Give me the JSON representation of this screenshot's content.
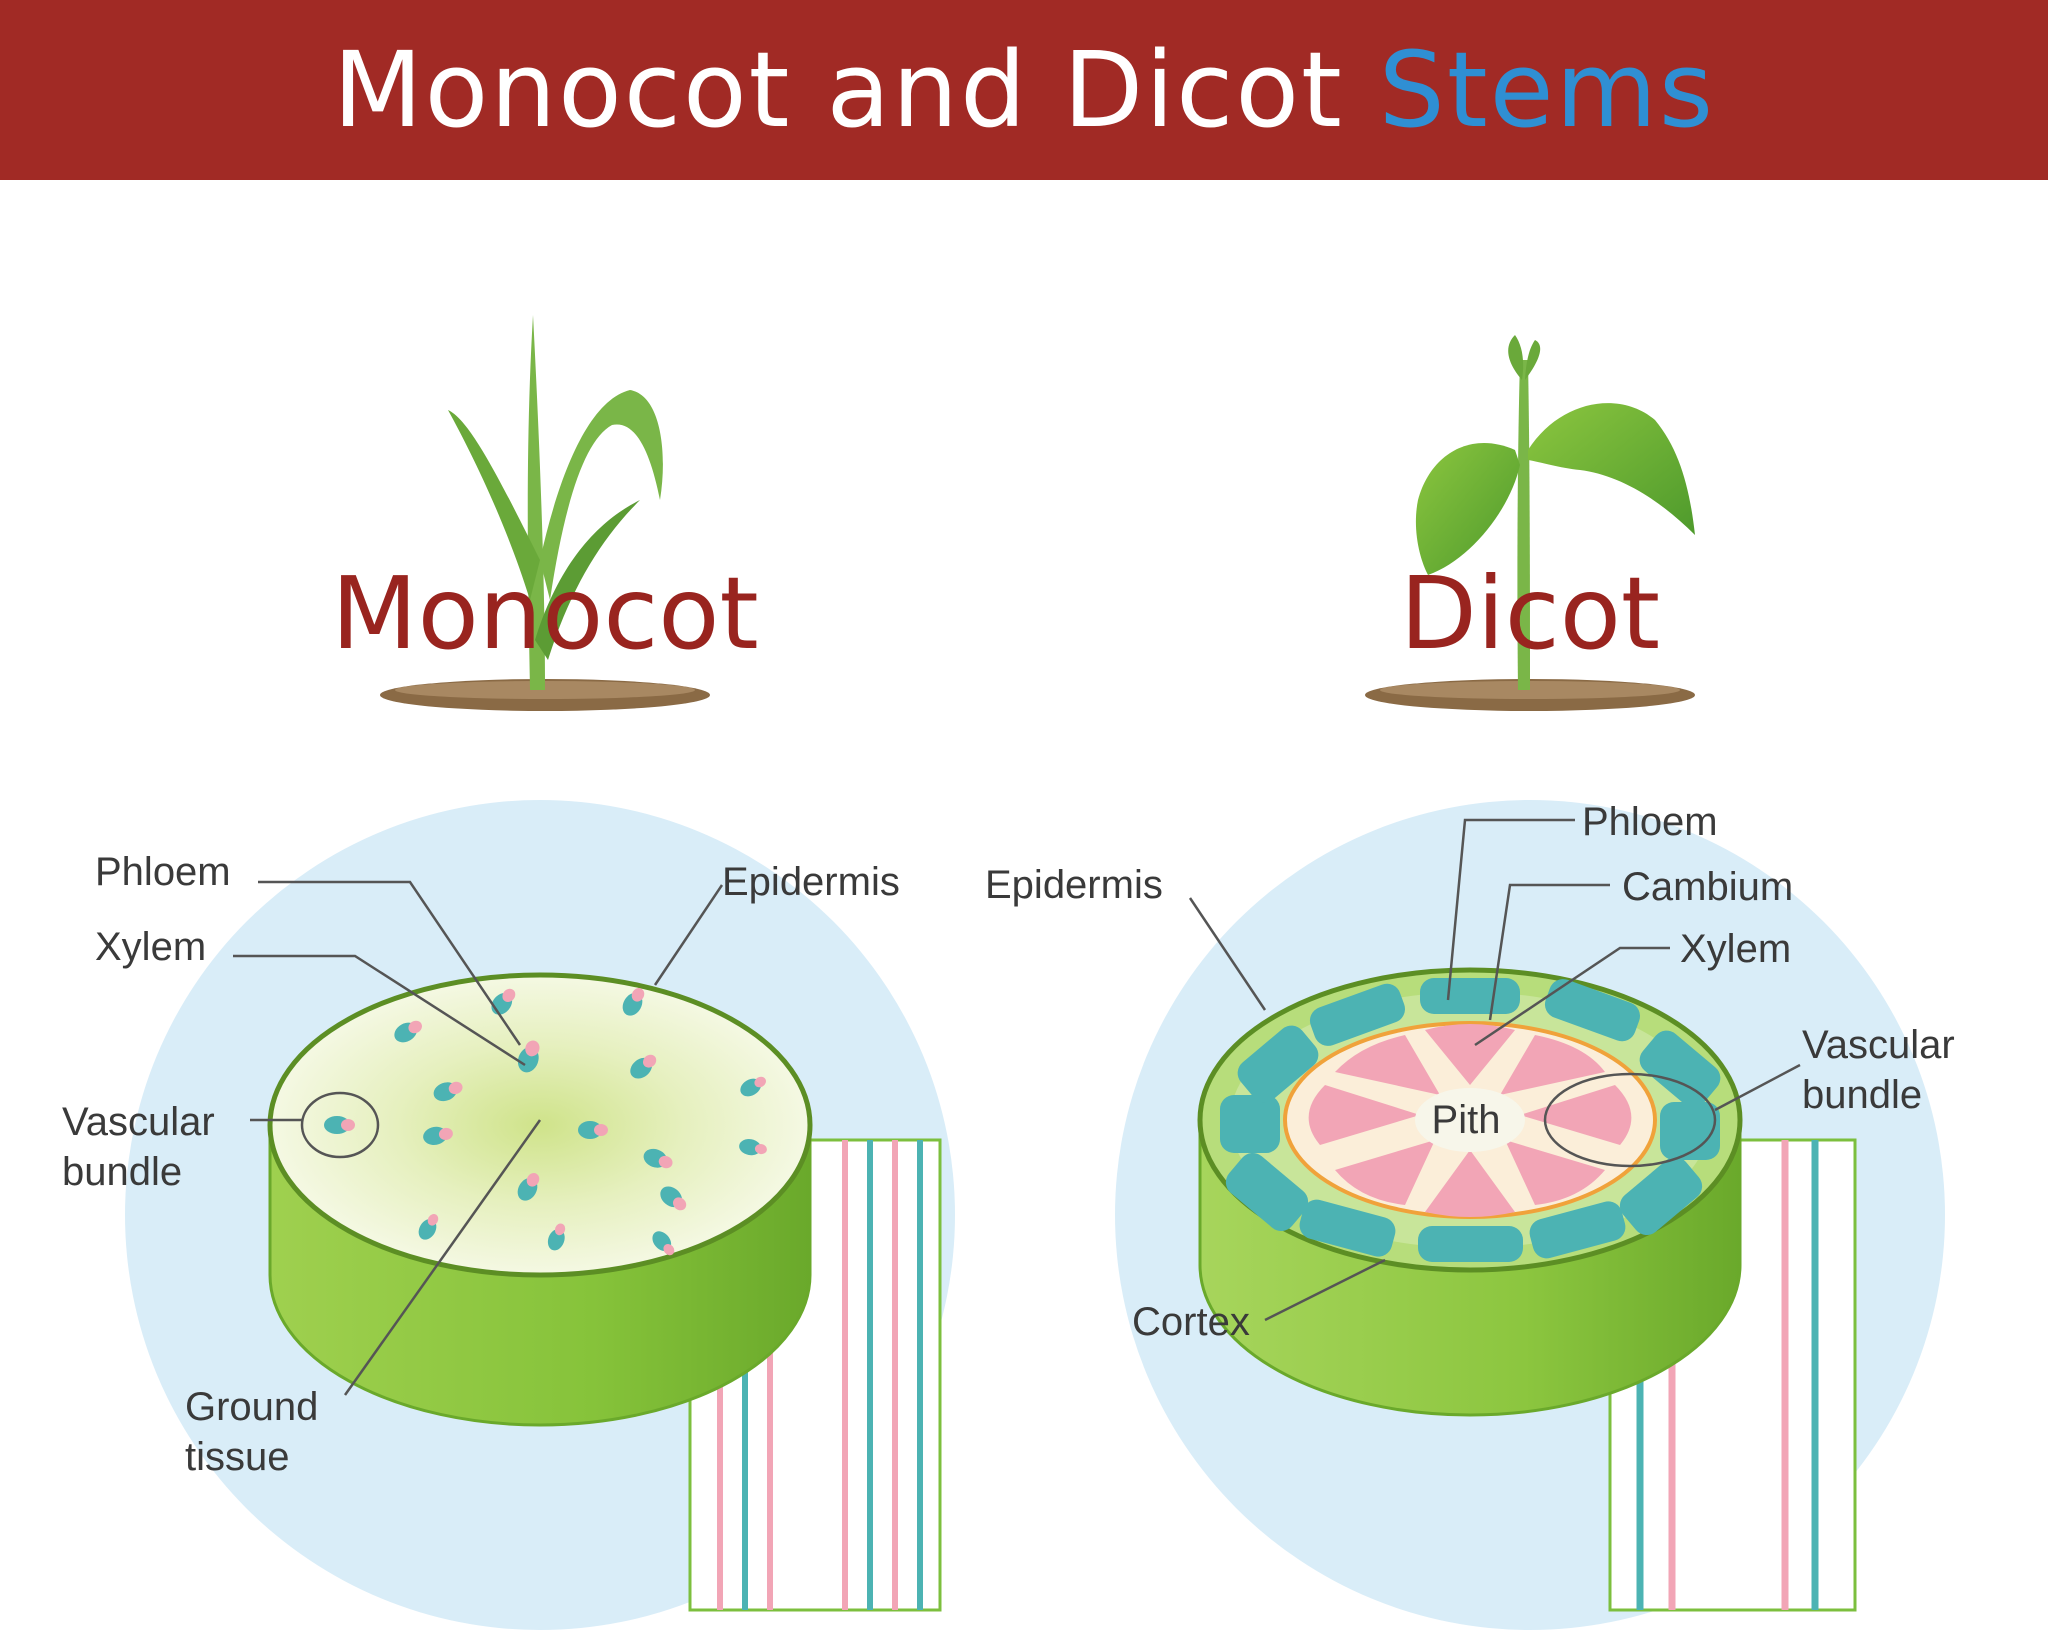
{
  "header": {
    "title_main": "Monocot and Dicot",
    "title_accent": "Stems"
  },
  "colors": {
    "banner": "#a12a25",
    "title_accent": "#2f8fd3",
    "plant_label": "#99241f",
    "backdrop": "#d9edf8",
    "stem_green": "#8cc63f",
    "phloem": "#f2a5b6",
    "xylem": "#4cb3b3"
  },
  "monocot": {
    "name": "Monocot",
    "labels": {
      "phloem": "Phloem",
      "xylem": "Xylem",
      "epidermis": "Epidermis",
      "vascular_bundle": [
        "Vascular",
        "bundle"
      ],
      "ground_tissue": [
        "Ground",
        "tissue"
      ]
    }
  },
  "dicot": {
    "name": "Dicot",
    "labels": {
      "epidermis": "Epidermis",
      "phloem": "Phloem",
      "cambium": "Cambium",
      "xylem": "Xylem",
      "vascular_bundle": [
        "Vascular",
        "bundle"
      ],
      "pith": "Pith",
      "cortex": "Cortex"
    }
  }
}
